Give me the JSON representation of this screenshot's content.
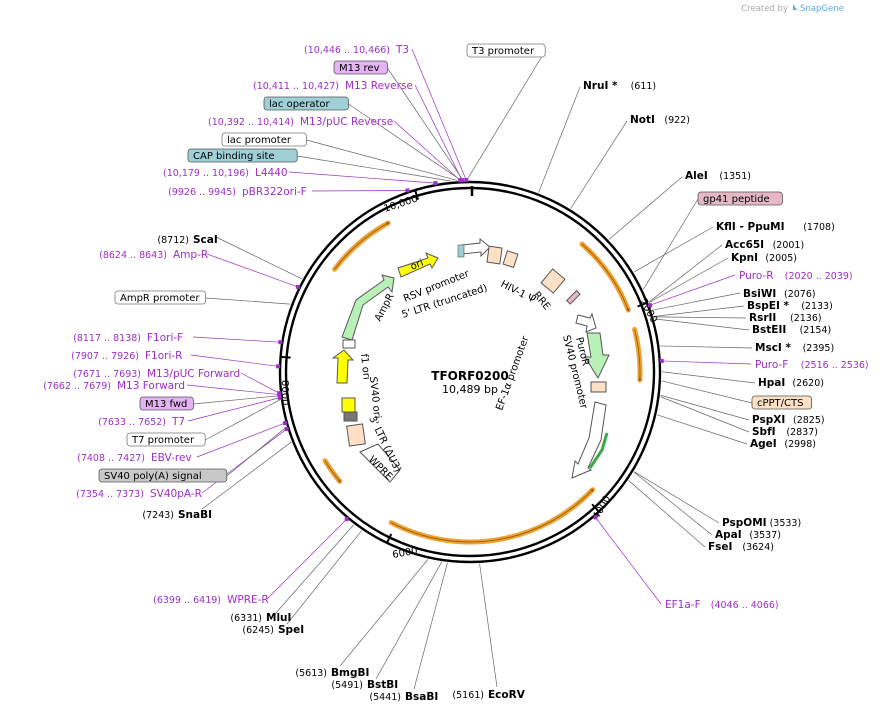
{
  "credit": {
    "prefix": "Created by",
    "brand": "SnapGene"
  },
  "plasmid": {
    "name": "TFORF0200",
    "size": "10,489 bp"
  },
  "ticks": [
    "2000",
    "4000",
    "6000",
    "8000",
    "10,000"
  ],
  "enzymes": [
    {
      "name": "NruI *",
      "pos": "(611)"
    },
    {
      "name": "NotI",
      "pos": "(922)"
    },
    {
      "name": "AleI",
      "pos": "(1351)"
    },
    {
      "name": "KflI - PpuMI",
      "pos": "(1708)"
    },
    {
      "name": "Acc65I",
      "pos": "(2001)"
    },
    {
      "name": "KpnI",
      "pos": "(2005)"
    },
    {
      "name": "BsiWI",
      "pos": "(2076)"
    },
    {
      "name": "BspEI *",
      "pos": "(2133)"
    },
    {
      "name": "RsrII",
      "pos": "(2136)"
    },
    {
      "name": "BstEII",
      "pos": "(2154)"
    },
    {
      "name": "MscI *",
      "pos": "(2395)"
    },
    {
      "name": "HpaI",
      "pos": "(2620)"
    },
    {
      "name": "PspXI",
      "pos": "(2825)"
    },
    {
      "name": "SbfI",
      "pos": "(2837)"
    },
    {
      "name": "AgeI",
      "pos": "(2998)"
    },
    {
      "name": "PspOMI",
      "pos": "(3533)"
    },
    {
      "name": "ApaI",
      "pos": "(3537)"
    },
    {
      "name": "FseI",
      "pos": "(3624)"
    },
    {
      "name": "EcoRV",
      "pos": "(5161)"
    },
    {
      "name": "BsaBI",
      "pos": "(5441)"
    },
    {
      "name": "BstBI",
      "pos": "(5491)"
    },
    {
      "name": "BmgBI",
      "pos": "(5613)"
    },
    {
      "name": "SpeI",
      "pos": "(6245)"
    },
    {
      "name": "MluI",
      "pos": "(6331)"
    },
    {
      "name": "SnaBI",
      "pos": "(7243)"
    },
    {
      "name": "ScaI",
      "pos": "(8712)"
    }
  ],
  "primers": [
    {
      "name": "T3",
      "range": "(10,446 .. 10,466)"
    },
    {
      "name": "M13 Reverse",
      "range": "(10,411 .. 10,427)"
    },
    {
      "name": "M13/pUC Reverse",
      "range": "(10,392 .. 10,414)"
    },
    {
      "name": "L4440",
      "range": "(10,179 .. 10,196)"
    },
    {
      "name": "pBR322ori-F",
      "range": "(9926 .. 9945)"
    },
    {
      "name": "Amp-R",
      "range": "(8624 .. 8643)"
    },
    {
      "name": "F1ori-F",
      "range": "(8117 .. 8138)"
    },
    {
      "name": "F1ori-R",
      "range": "(7907 .. 7926)"
    },
    {
      "name": "M13/pUC Forward",
      "range": "(7671 .. 7693)"
    },
    {
      "name": "M13 Forward",
      "range": "(7662 .. 7679)"
    },
    {
      "name": "T7",
      "range": "(7633 .. 7652)"
    },
    {
      "name": "EBV-rev",
      "range": "(7408 .. 7427)"
    },
    {
      "name": "SV40pA-R",
      "range": "(7354 .. 7373)"
    },
    {
      "name": "WPRE-R",
      "range": "(6399 .. 6419)"
    },
    {
      "name": "EF1a-F",
      "range": "(4046 .. 4066)"
    },
    {
      "name": "Puro-R",
      "range": "(2020 .. 2039)"
    },
    {
      "name": "Puro-F",
      "range": "(2516 .. 2536)"
    }
  ],
  "boxed_labels": [
    {
      "text": "T3 promoter",
      "style": "white"
    },
    {
      "text": "M13 rev",
      "style": "purple"
    },
    {
      "text": "lac operator",
      "style": "teal"
    },
    {
      "text": "lac promoter",
      "style": "white"
    },
    {
      "text": "CAP binding site",
      "style": "teal"
    },
    {
      "text": "gp41 peptide",
      "style": "pink"
    },
    {
      "text": "cPPT/CTS",
      "style": "peach"
    },
    {
      "text": "AmpR promoter",
      "style": "white"
    },
    {
      "text": "M13 fwd",
      "style": "purple"
    },
    {
      "text": "T7 promoter",
      "style": "white"
    },
    {
      "text": "SV40 poly(A) signal",
      "style": "grey"
    }
  ],
  "features": {
    "ori": "ori",
    "ampr": "AmpR",
    "f1ori": "f1 ori",
    "sv40ori": "SV40 ori",
    "ltr3": "3' LTR (ΔU3)",
    "wpre": "WPRE",
    "rsv": "RSV promoter",
    "ltr5": "5' LTR (truncated)",
    "hiv": "HIV-1 Ψ",
    "rre": "RRE",
    "puror": "PuroR",
    "sv40prom": "SV40 promoter",
    "ef1a": "EF-1α promoter"
  },
  "colors": {
    "primer": "#9b2fc7",
    "orf_orange": "#f0a030",
    "ori_yellow": "#ffff00",
    "marker_green": "#b8f0b8",
    "peach": "#fde0c6",
    "teal_box": "#9fd0d8",
    "purple_box": "#e3b3f3",
    "pink_box": "#e6b8c6",
    "grey_box": "#c8c8c8"
  }
}
